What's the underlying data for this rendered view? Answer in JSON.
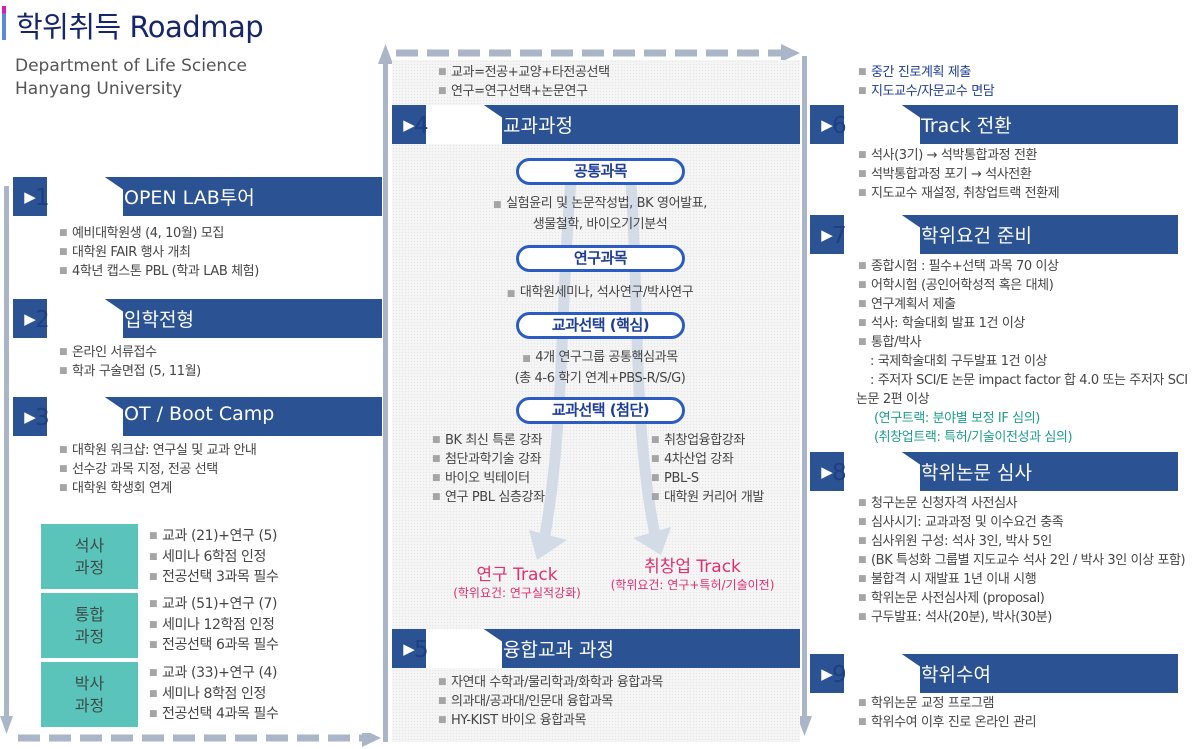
{
  "header": {
    "title": "학위취득 Roadmap",
    "subtitle_line1": "Department of Life Science",
    "subtitle_line2": "Hanyang University"
  },
  "colors": {
    "header_blue": "#2b5292",
    "teal": "#5ac4ba",
    "track_pink": "#e0306f",
    "arrow_gray": "#aab6c8"
  },
  "steps": [
    {
      "num": "1",
      "title": "OPEN LAB투어",
      "items": [
        {
          "text": "예비대학원생 (4, 10월) 모집"
        },
        {
          "text": "대학원 FAIR 행사 개최"
        },
        {
          "text": "4학년 캡스톤 PBL (학과 LAB 체험)"
        }
      ]
    },
    {
      "num": "2",
      "title": "입학전형",
      "items": [
        {
          "text": "온라인 서류접수"
        },
        {
          "text": "학과 구술면접 (5, 11월)"
        }
      ]
    },
    {
      "num": "3",
      "title": "OT / Boot Camp",
      "items": [
        {
          "text": "대학원 워크샵: 연구실 및 교과 안내"
        },
        {
          "text": "선수강 과목 지정, 전공 선택"
        },
        {
          "text": "대학원 학생회 연계"
        }
      ]
    },
    {
      "num": "4",
      "title": "교과과정",
      "items": []
    },
    {
      "num": "5",
      "title": "융합교과 과정",
      "items": [
        {
          "text": "자연대 수학과/물리학과/화학과 융합과목"
        },
        {
          "text": "의과대/공과대/인문대 융합과목"
        },
        {
          "text": "HY-KIST 바이오 융합과목"
        }
      ]
    },
    {
      "num": "6",
      "title": "Track 전환",
      "items": [
        {
          "text": "석사(3기) → 석박통합과정 전환"
        },
        {
          "text": "석박통합과정 포기 → 석사전환"
        },
        {
          "text": "지도교수 재설정, 취창업트랙 전환제"
        }
      ]
    },
    {
      "num": "7",
      "title": "학위요건 준비",
      "items": [
        {
          "text": "종합시험 : 필수+선택 과목 70 이상"
        },
        {
          "text": "어학시험 (공인어학성적 혹은 대체)"
        },
        {
          "text": "연구계획서 제출"
        },
        {
          "text": "석사: 학술대회 발표 1건 이상"
        },
        {
          "text": "통합/박사"
        },
        {
          "text": ": 국제학술대회 구두발표 1건 이상",
          "style": "plain"
        },
        {
          "text": ": 주저자 SCI/E 논문 impact factor 합 4.0 또는 주저자 SCI 논문 2편 이상",
          "style": "plain"
        },
        {
          "text": "(연구트랙: 분야별 보정 IF 심의)",
          "style": "green"
        },
        {
          "text": "(취창업트랙: 특허/기술이전성과 심의)",
          "style": "green"
        }
      ]
    },
    {
      "num": "8",
      "title": "학위논문 심사",
      "items": [
        {
          "text": "청구논문 신청자격 사전심사"
        },
        {
          "text": "심사시기: 교과과정 및 이수요건 충족"
        },
        {
          "text": "심사위원 구성: 석사 3인, 박사 5인"
        },
        {
          "text": "(BK 특성화 그룹별 지도교수 석사 2인 / 박사 3인 이상 포함)"
        },
        {
          "text": "불합격 시 재발표 1년 이내 시행"
        },
        {
          "text": "학위논문 사전심사제 (proposal)"
        },
        {
          "text": "구두발표: 석사(20분), 박사(30분)"
        }
      ]
    },
    {
      "num": "9",
      "title": "학위수여",
      "items": [
        {
          "text": "학위논문 교정 프로그램"
        },
        {
          "text": "학위수여 이후 진로 온라인 관리"
        }
      ]
    }
  ],
  "middle_notes": [
    {
      "text": "교과=전공+교양+타전공선택"
    },
    {
      "text": "연구=연구선택+논문연구"
    }
  ],
  "right_notes": [
    {
      "text": "중간 진로계획 제출",
      "style": "blue"
    },
    {
      "text": "지도교수/자문교수 면담",
      "style": "blue"
    }
  ],
  "curriculum": {
    "common": {
      "label": "공통과목",
      "line1": "실험윤리 및 논문작성법, BK 영어발표,",
      "line2": "생물철학, 바이오기기분석"
    },
    "research": {
      "label": "연구과목",
      "line1": "대학원세미나, 석사연구/박사연구"
    },
    "core": {
      "label": "교과선택 (핵심)",
      "line1": "4개 연구그룹 공통핵심과목",
      "line2": "(총 4-6 학기 연계+PBS-R/S/G)"
    },
    "advanced": {
      "label": "교과선택 (첨단)",
      "left": [
        {
          "text": "BK 최신 특론 강좌"
        },
        {
          "text": "첨단과학기술 강좌"
        },
        {
          "text": "바이오 빅테이터"
        },
        {
          "text": "연구 PBL 심층강좌"
        }
      ],
      "right": [
        {
          "text": "취창업융합강좌"
        },
        {
          "text": "4차산업 강좌"
        },
        {
          "text": "PBL-S"
        },
        {
          "text": "대학원 커리어 개발"
        }
      ]
    }
  },
  "tracks": {
    "research": {
      "title": "연구 Track",
      "sub": "(학위요건: 연구실적강화)"
    },
    "career": {
      "title": "취창업 Track",
      "sub": "(학위요건: 연구+특허/기술이전)"
    }
  },
  "degrees": [
    {
      "label": "석사 과정",
      "items": [
        {
          "text": "교과 (21)+연구 (5)"
        },
        {
          "text": "세미나 6학점 인정"
        },
        {
          "text": "전공선택 3과목 필수"
        }
      ]
    },
    {
      "label": "통합 과정",
      "items": [
        {
          "text": "교과 (51)+연구 (7)"
        },
        {
          "text": "세미나 12학점 인정"
        },
        {
          "text": "전공선택 6과목 필수"
        }
      ]
    },
    {
      "label": "박사 과정",
      "items": [
        {
          "text": "교과 (33)+연구 (4)"
        },
        {
          "text": "세미나 8학점 인정"
        },
        {
          "text": "전공선택 4과목 필수"
        }
      ]
    }
  ]
}
